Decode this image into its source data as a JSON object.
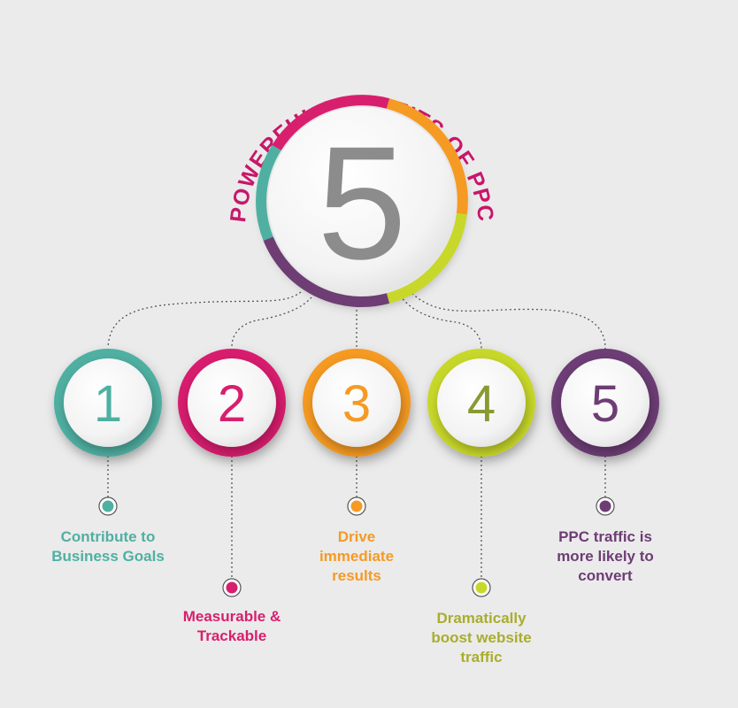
{
  "title": "POWERFUL BENEFITS OF PPC",
  "big_number": "5",
  "colors": {
    "teal": "#4fb0a2",
    "magenta": "#d81f6e",
    "orange": "#f59a23",
    "lime": "#c8d82a",
    "purple": "#6d3d74",
    "gray_number": "#8c8c8c",
    "title": "#c8166a"
  },
  "benefits": [
    {
      "number": "1",
      "text": "Contribute to\nBusiness Goals",
      "color": "#4fb0a2",
      "text_color": "#4fb0a2"
    },
    {
      "number": "2",
      "text": "Measurable &\nTrackable",
      "color": "#d81f6e",
      "text_color": "#d81f6e"
    },
    {
      "number": "3",
      "text": "Drive\nimmediate\nresults",
      "color": "#f59a23",
      "text_color": "#f59a23"
    },
    {
      "number": "4",
      "text": "Dramatically\nboost website\ntraffic",
      "color": "#c8d82a",
      "text_color": "#a9ad2e",
      "number_color": "#8a9a33"
    },
    {
      "number": "5",
      "text": "PPC traffic is\nmore likely to\nconvert",
      "color": "#6d3d74",
      "text_color": "#6d3d74"
    }
  ]
}
